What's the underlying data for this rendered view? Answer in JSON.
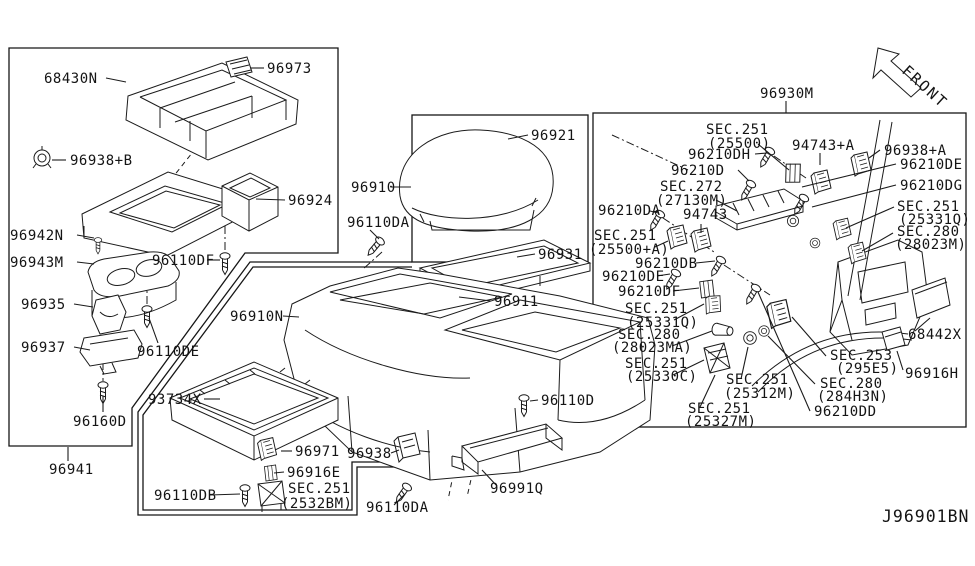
{
  "diagram": {
    "type": "parts-diagram",
    "drawing_code": "J96901BN",
    "orientation_label": "FRONT",
    "ink_color": "#1b1b1b",
    "background_color": "#ffffff"
  },
  "labels": [
    {
      "part": "68430N",
      "text": "68430N"
    },
    {
      "part": "96973",
      "text": "96973"
    },
    {
      "part": "96938+B",
      "text": "96938+B"
    },
    {
      "part": "96924",
      "text": "96924"
    },
    {
      "part": "96942N",
      "text": "96942N"
    },
    {
      "part": "96943M",
      "text": "96943M"
    },
    {
      "part": "96110DF",
      "text": "96110DF"
    },
    {
      "part": "96935",
      "text": "96935"
    },
    {
      "part": "96937",
      "text": "96937"
    },
    {
      "part": "96110DE",
      "text": "96110DE"
    },
    {
      "part": "96160D",
      "text": "96160D"
    },
    {
      "part": "96941",
      "text": "96941"
    },
    {
      "part": "96910",
      "text": "96910"
    },
    {
      "part": "96921",
      "text": "96921"
    },
    {
      "part": "96110DA",
      "text": "96110DA"
    },
    {
      "part": "96931",
      "text": "96931"
    },
    {
      "part": "96911",
      "text": "96911"
    },
    {
      "part": "96910N",
      "text": "96910N"
    },
    {
      "part": "93734X",
      "text": "93734X"
    },
    {
      "part": "96971",
      "text": "96971"
    },
    {
      "part": "96916E",
      "text": "96916E"
    },
    {
      "part": "96110DB",
      "text": "96110DB"
    },
    {
      "part": "SEC.251-2532BM-1",
      "text": "SEC.251"
    },
    {
      "part": "SEC.251-2532BM-2",
      "text": "(2532BM)"
    },
    {
      "part": "96938",
      "text": "96938"
    },
    {
      "part": "96110D",
      "text": "96110D"
    },
    {
      "part": "96110DA-b",
      "text": "96110DA"
    },
    {
      "part": "96991Q",
      "text": "96991Q"
    },
    {
      "part": "96930M",
      "text": "96930M"
    },
    {
      "part": "SEC.251-25500-1",
      "text": "SEC.251"
    },
    {
      "part": "SEC.251-25500-2",
      "text": "(25500)"
    },
    {
      "part": "96210DH",
      "text": "96210DH"
    },
    {
      "part": "94743+A",
      "text": "94743+A"
    },
    {
      "part": "96938+A",
      "text": "96938+A"
    },
    {
      "part": "96210D",
      "text": "96210D"
    },
    {
      "part": "96210DE",
      "text": "96210DE"
    },
    {
      "part": "96210DG",
      "text": "96210DG"
    },
    {
      "part": "SEC.272-1",
      "text": "SEC.272"
    },
    {
      "part": "SEC.272-2",
      "text": "(27130M)"
    },
    {
      "part": "SEC.251-25331Q-r1",
      "text": "SEC.251"
    },
    {
      "part": "SEC.251-25331Q-r2",
      "text": "(25331Q)"
    },
    {
      "part": "96210DA-r",
      "text": "96210DA"
    },
    {
      "part": "94743",
      "text": "94743"
    },
    {
      "part": "SEC.280-28023M-1",
      "text": "SEC.280"
    },
    {
      "part": "SEC.280-28023M-2",
      "text": "(28023M)"
    },
    {
      "part": "SEC.251-25500A-1",
      "text": "SEC.251"
    },
    {
      "part": "SEC.251-25500A-2",
      "text": "(25500+A)"
    },
    {
      "part": "96210DB-r",
      "text": "96210DB"
    },
    {
      "part": "96210DE-2",
      "text": "96210DE"
    },
    {
      "part": "96210DF-r",
      "text": "96210DF"
    },
    {
      "part": "SEC.251-25331Q-l1",
      "text": "SEC.251"
    },
    {
      "part": "SEC.251-25331Q-l2",
      "text": "(25331Q)"
    },
    {
      "part": "SEC.280-28023MA-1",
      "text": "SEC.280"
    },
    {
      "part": "SEC.280-28023MA-2",
      "text": "(28023MA)"
    },
    {
      "part": "SEC.251-25330C-1",
      "text": "SEC.251"
    },
    {
      "part": "SEC.251-25330C-2",
      "text": "(25330C)"
    },
    {
      "part": "SEC.251-25312M-1",
      "text": "SEC.251"
    },
    {
      "part": "SEC.251-25312M-2",
      "text": "(25312M)"
    },
    {
      "part": "SEC.251-25327M-1",
      "text": "SEC.251"
    },
    {
      "part": "SEC.251-25327M-2",
      "text": "(25327M)"
    },
    {
      "part": "SEC.253-295E5-1",
      "text": "SEC.253"
    },
    {
      "part": "SEC.253-295E5-2",
      "text": "(295E5)"
    },
    {
      "part": "SEC.280-284H3N-1",
      "text": "SEC.280"
    },
    {
      "part": "SEC.280-284H3N-2",
      "text": "(284H3N)"
    },
    {
      "part": "96210DD",
      "text": "96210DD"
    },
    {
      "part": "68442X",
      "text": "68442X"
    },
    {
      "part": "96916H",
      "text": "96916H"
    },
    {
      "part": "front",
      "text": "FRONT"
    },
    {
      "part": "code",
      "text": "J96901BN"
    }
  ]
}
